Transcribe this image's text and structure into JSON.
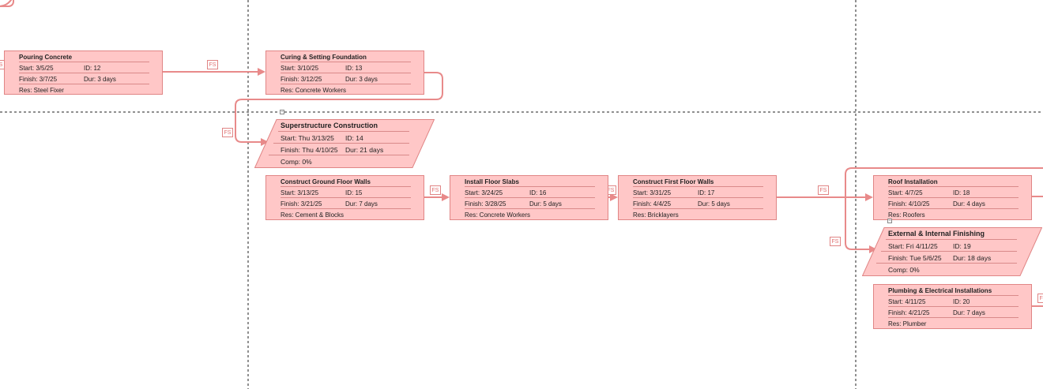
{
  "connector_label": "FS",
  "colors": {
    "task_fill": "#ffc7c7",
    "task_border": "#e08585",
    "link": "#e88a8a"
  },
  "tasks": [
    {
      "title": "Pouring Concrete",
      "start": "Start:  3/5/25",
      "id": "ID:   12",
      "finish": "Finish: 3/7/25",
      "dur": "Dur: 3 days",
      "res": "Res:     Steel Fixer"
    },
    {
      "title": "Curing & Setting Foundation",
      "start": "Start:  3/10/25",
      "id": "ID:   13",
      "finish": "Finish: 3/12/25",
      "dur": "Dur: 3 days",
      "res": "Res:     Concrete Workers"
    },
    {
      "title": "Construct Ground Floor Walls",
      "start": "Start:  3/13/25",
      "id": "ID:   15",
      "finish": "Finish: 3/21/25",
      "dur": "Dur: 7 days",
      "res": "Res:     Cement & Blocks"
    },
    {
      "title": "Install Floor Slabs",
      "start": "Start:  3/24/25",
      "id": "ID:   16",
      "finish": "Finish: 3/28/25",
      "dur": "Dur: 5 days",
      "res": "Res:     Concrete Workers"
    },
    {
      "title": "Construct First Floor Walls",
      "start": "Start:  3/31/25",
      "id": "ID:   17",
      "finish": "Finish: 4/4/25",
      "dur": "Dur: 5 days",
      "res": "Res:     Bricklayers"
    },
    {
      "title": "Roof Installation",
      "start": "Start:  4/7/25",
      "id": "ID:   18",
      "finish": "Finish: 4/10/25",
      "dur": "Dur: 4 days",
      "res": "Res:     Roofers"
    },
    {
      "title": "Plumbing & Electrical Installations",
      "start": "Start:  4/11/25",
      "id": "ID:   20",
      "finish": "Finish: 4/21/25",
      "dur": "Dur: 7 days",
      "res": "Res:     Plumber"
    }
  ],
  "summaries": [
    {
      "title": "Superstructure Construction",
      "start": "Start:  Thu 3/13/25",
      "id": "ID:   14",
      "finish": "Finish: Thu 4/10/25",
      "dur": "Dur: 21 days",
      "comp": "Comp: 0%"
    },
    {
      "title": "External & Internal Finishing",
      "start": "Start:  Fri 4/11/25",
      "id": "ID:   19",
      "finish": "Finish: Tue 5/6/25",
      "dur": "Dur: 18 days",
      "comp": "Comp: 0%"
    }
  ],
  "collapse_symbol": "−"
}
